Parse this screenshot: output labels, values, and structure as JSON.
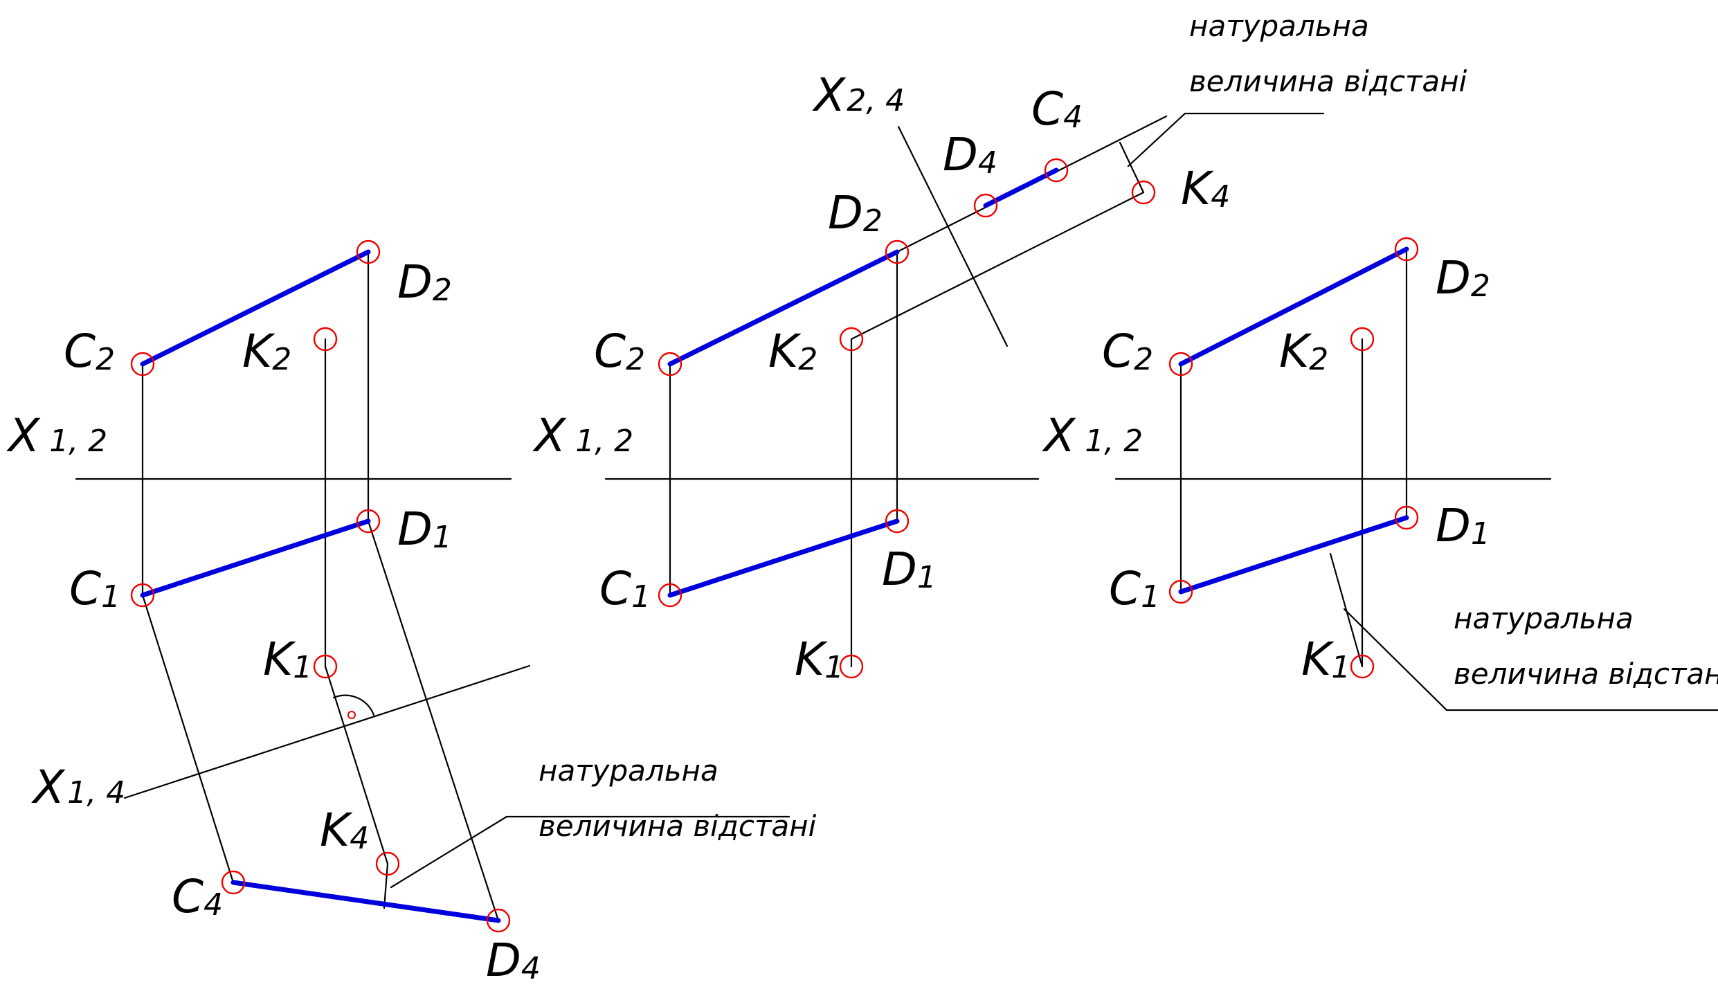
{
  "labels": {
    "C": "C",
    "D": "D",
    "K": "K",
    "X": "X",
    "i1": "1",
    "i2": "2",
    "i4": "4",
    "axis12": "1, 2",
    "axis14": "1, 4",
    "axis24": "2, 4"
  },
  "note": {
    "line1": "натуральна",
    "line2": "величина відстані"
  },
  "colors": {
    "segment": "#0000dd",
    "point_marker": "#ee0000",
    "construction": "#000000"
  }
}
